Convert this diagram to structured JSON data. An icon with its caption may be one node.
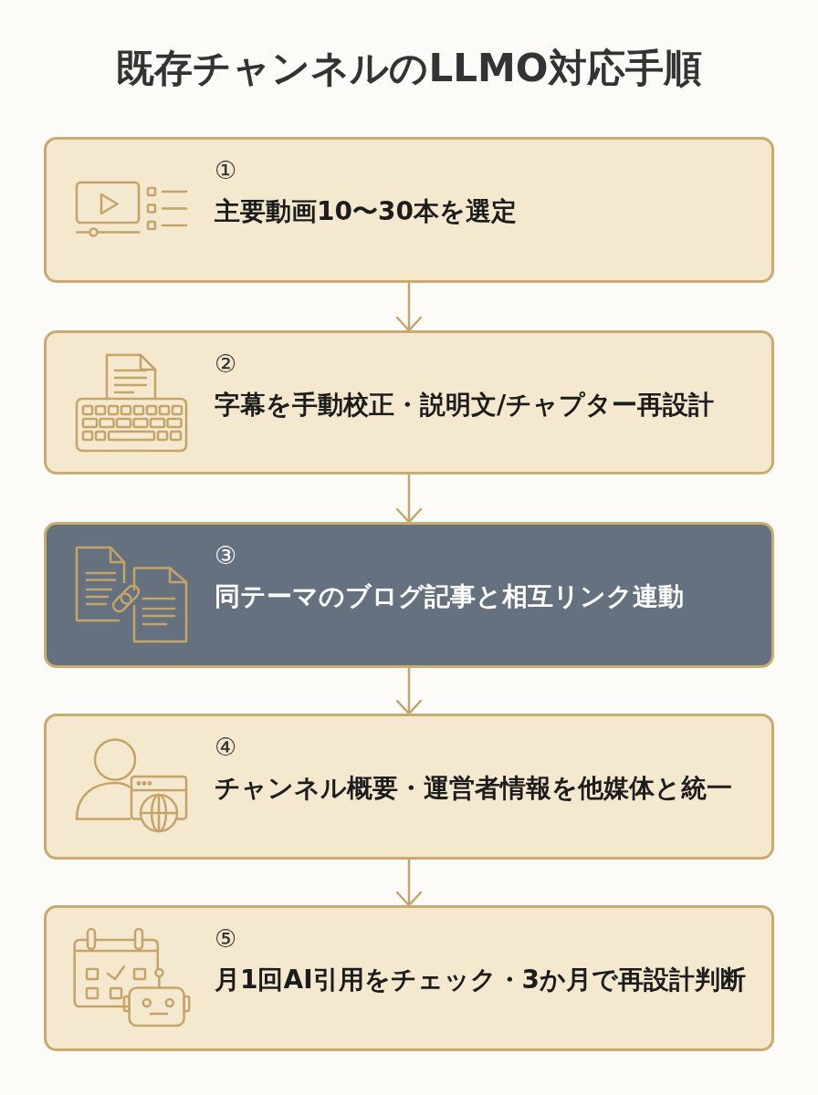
{
  "diagram": {
    "title": "既存チャンネルのLLMO対応手順",
    "nodes": [
      {
        "text": [
          "①",
          "主要動画10〜30本を選定"
        ]
      },
      {
        "text": [
          "②",
          "字幕を手動校正・説明文/チャプター再設計"
        ]
      },
      {
        "text": [
          "③",
          "同テーマのブログ記事と相互リンク連動"
        ]
      },
      {
        "text": [
          "④",
          "チャンネル概要・運営者情報を他媒体と統一"
        ]
      },
      {
        "text": [
          "⑤",
          "月1回AI引用をチェック・3か月で再設計判断"
        ]
      }
    ],
    "edges": [
      {
        "from": 0,
        "to": 1,
        "arrow": "to"
      },
      {
        "from": 1,
        "to": 2,
        "arrow": "to"
      },
      {
        "from": 2,
        "to": 3,
        "arrow": "to"
      },
      {
        "from": 3,
        "to": 4,
        "arrow": "to"
      }
    ]
  }
}
